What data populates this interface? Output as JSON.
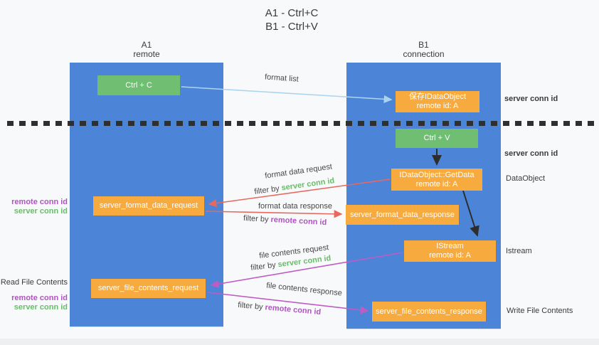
{
  "title": {
    "line1": "A1 - Ctrl+C",
    "line2": "B1 - Ctrl+V"
  },
  "columns": {
    "a": {
      "name": "A1",
      "sub": "remote"
    },
    "b": {
      "name": "B1",
      "sub": "connection"
    }
  },
  "nodes": {
    "ctrl_c": "Ctrl + C",
    "save_dataobject": {
      "line1": "保存IDataObject",
      "line2": "remote id: A"
    },
    "ctrl_v": "Ctrl + V",
    "getdata": {
      "line1": "IDataObject::GetData",
      "line2": "remote id: A"
    },
    "format_request": "server_format_data_request",
    "format_response": "server_format_data_response",
    "istream": {
      "line1": "IStream",
      "line2": "remote id: A"
    },
    "file_request": "server_file_contents_request",
    "file_response": "server_file_contents_response"
  },
  "labels": {
    "format_list": "format list",
    "format_data_request": "format data request",
    "format_data_response": "format data response",
    "file_contents_request": "file contents request",
    "file_contents_response": "file contents response",
    "filter_by": "filter by",
    "server_conn_id": "server conn id",
    "remote_conn_id": "remote conn id",
    "read_file_contents": "Read File Contents",
    "write_file_contents": "Write File Contents",
    "dataobject": "DataObject",
    "istream": "Istream"
  },
  "colors": {
    "column_blue": "#4c84d8",
    "box_green": "#6fbe72",
    "box_orange": "#f7aa3e",
    "arrow_red": "#e9685e",
    "arrow_magenta": "#bf5cc4",
    "arrow_blue": "#aad4f0",
    "arrow_black": "#2d2d2d",
    "text_green": "#67bd69",
    "text_purple": "#b153c3",
    "background": "#f8f9fa"
  }
}
